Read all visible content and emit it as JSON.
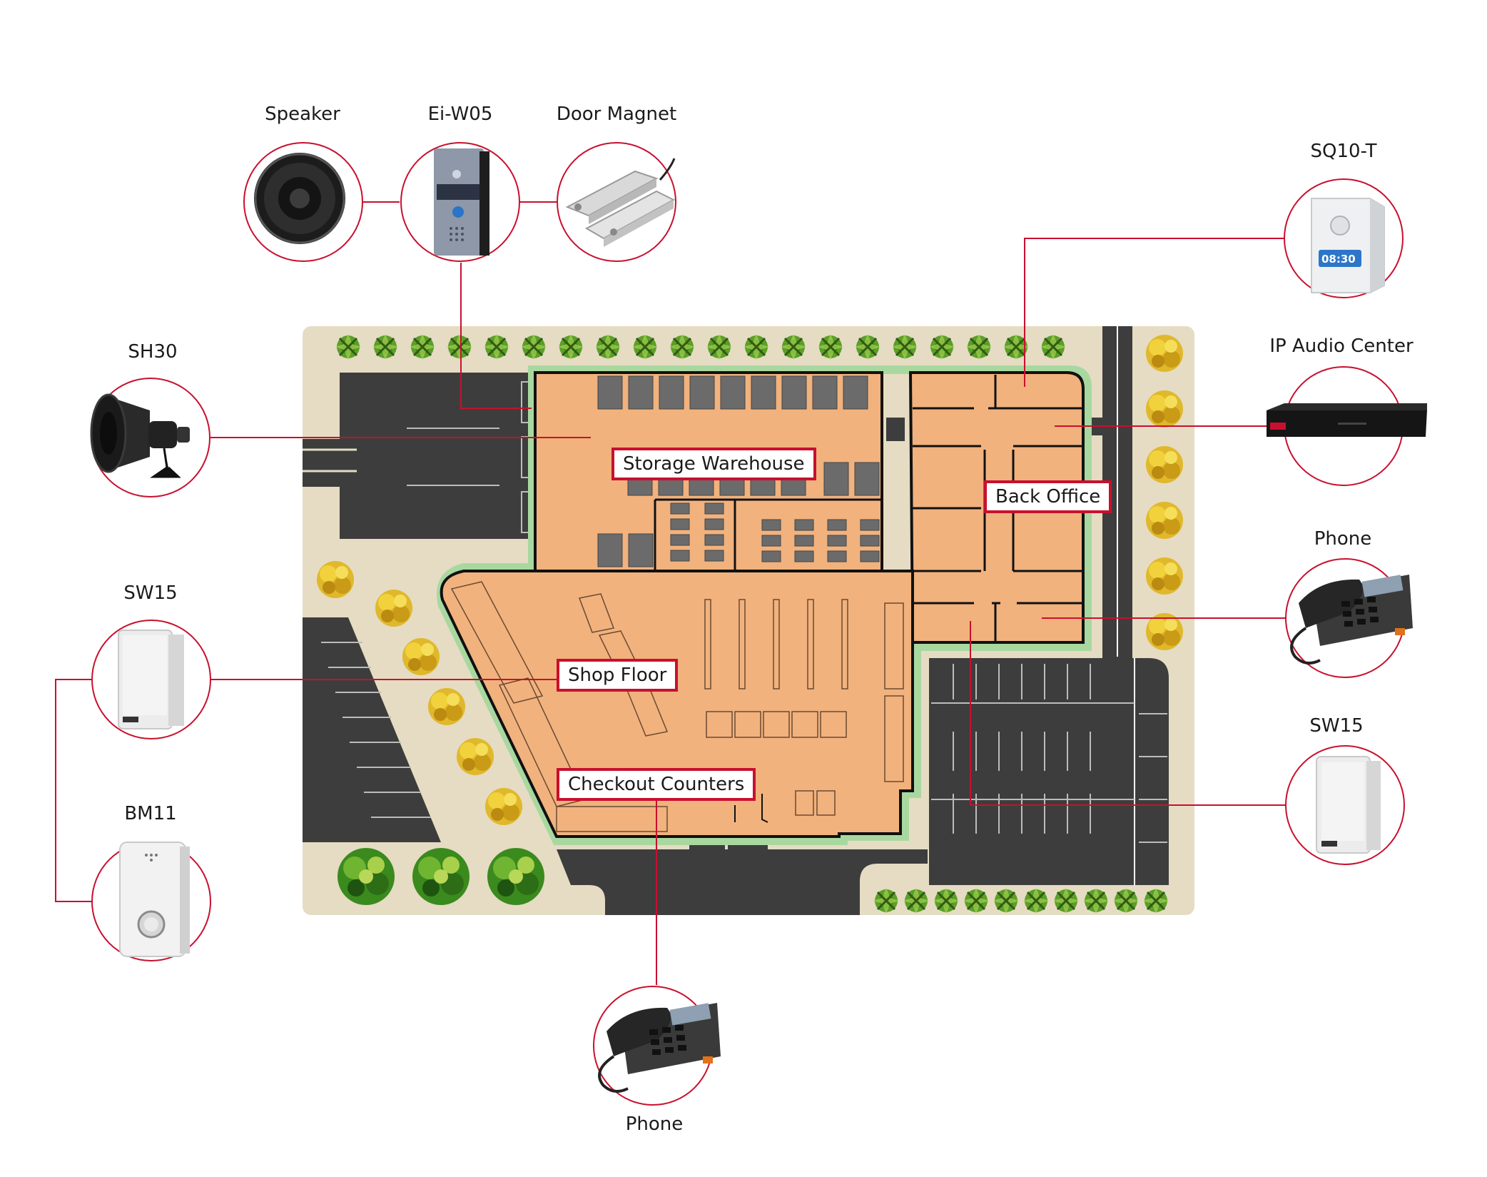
{
  "areas": {
    "storage_warehouse": "Storage Warehouse",
    "back_office": "Back Office",
    "shop_floor": "Shop Floor",
    "checkout_counters": "Checkout Counters"
  },
  "devices": {
    "speaker": "Speaker",
    "ei_w05": "Ei-W05",
    "door_magnet": "Door Magnet",
    "sq10t": "SQ10-T",
    "sh30": "SH30",
    "ip_audio_center": "IP Audio Center",
    "phone_right": "Phone",
    "sw15_left": "SW15",
    "sw15_right": "SW15",
    "bm11": "BM11",
    "phone_bottom": "Phone"
  },
  "colors": {
    "accent": "#c8102e",
    "floor": "#f1b27e",
    "ground": "#e5dcc3",
    "asphalt": "#3d3d3d",
    "outline": "#111111"
  }
}
